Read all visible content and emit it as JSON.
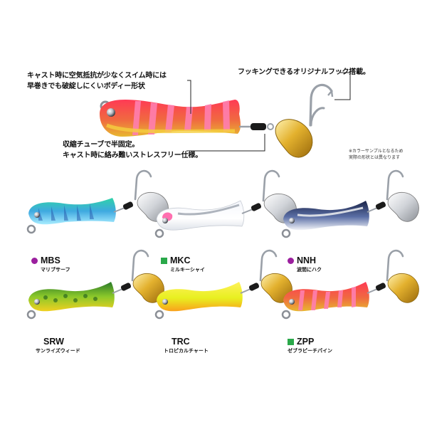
{
  "callouts": {
    "body_shape_line1": "キャスト時に空気抵抗が少なくスイム時には",
    "body_shape_line2": "早巻きでも破綻しにくいボディー形状",
    "tube_line1": "収縮チューブで半固定。",
    "tube_line2": "キャスト時に絡み難いストレスフリー仕様。",
    "hook": "フッキングできるオリジナルフック搭載。"
  },
  "note": {
    "line1": "※カラーサンプルとなるため",
    "line2": "実際の形状とは異なります"
  },
  "colors": {
    "accent_purple": "#9b1f9e",
    "accent_green": "#2aa84a",
    "blade_gold": "#d9a421",
    "blade_silver": "#cfd2d6"
  },
  "variants": [
    {
      "code": "MBS",
      "name": "マリブサーフ",
      "marker": "purple-circle"
    },
    {
      "code": "MKC",
      "name": "ミルキーシャイ",
      "marker": "green-square"
    },
    {
      "code": "NNH",
      "name": "波間にハク",
      "marker": "purple-circle"
    },
    {
      "code": "SRW",
      "name": "サンライズウィード",
      "marker": "none"
    },
    {
      "code": "TRC",
      "name": "トロピカルチャート",
      "marker": "none"
    },
    {
      "code": "ZPP",
      "name": "ゼブラピーチパイン",
      "marker": "green-square"
    }
  ]
}
